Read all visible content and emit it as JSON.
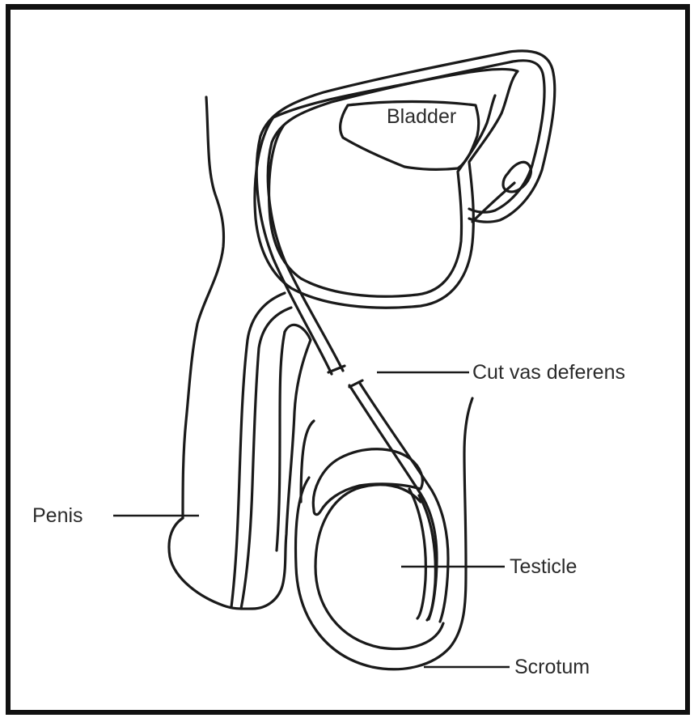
{
  "labels": {
    "bladder": "Bladder",
    "cut_vas": "Cut vas deferens",
    "penis": "Penis",
    "testicle": "Testicle",
    "scrotum": "Scrotum"
  },
  "colors": {
    "line": "#1a1a1a",
    "text": "#2b2b2b",
    "background": "#ffffff",
    "border": "#111111"
  }
}
